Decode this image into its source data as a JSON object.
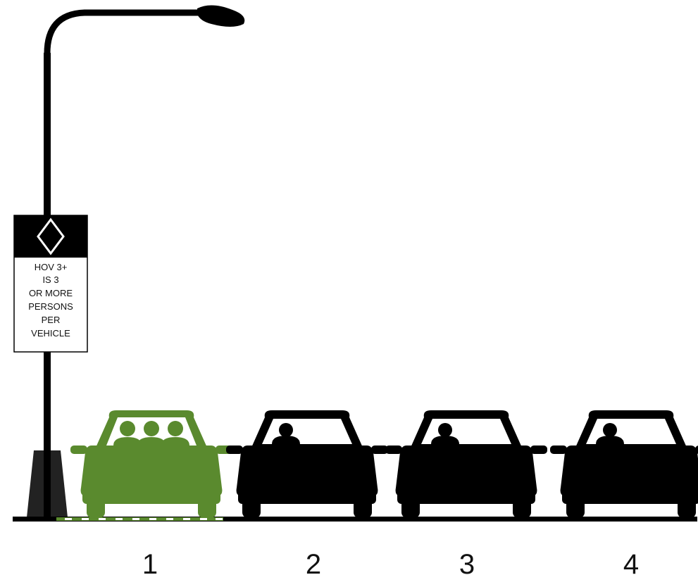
{
  "sign": {
    "symbol": "diamond-icon",
    "lines": [
      "HOV 3+",
      "IS 3",
      "OR MORE",
      "PERSONS",
      "PER",
      "VEHICLE"
    ]
  },
  "lanes": [
    {
      "number": "1",
      "type": "HOV",
      "occupants": 3,
      "color": "#5a8a2e"
    },
    {
      "number": "2",
      "type": "general",
      "occupants": 1,
      "color": "#000000"
    },
    {
      "number": "3",
      "type": "general",
      "occupants": 1,
      "color": "#000000"
    },
    {
      "number": "4",
      "type": "general",
      "occupants": 1,
      "color": "#000000"
    }
  ],
  "colors": {
    "hov_green": "#5a8a2e",
    "road": "#000000",
    "pole": "#000000"
  }
}
